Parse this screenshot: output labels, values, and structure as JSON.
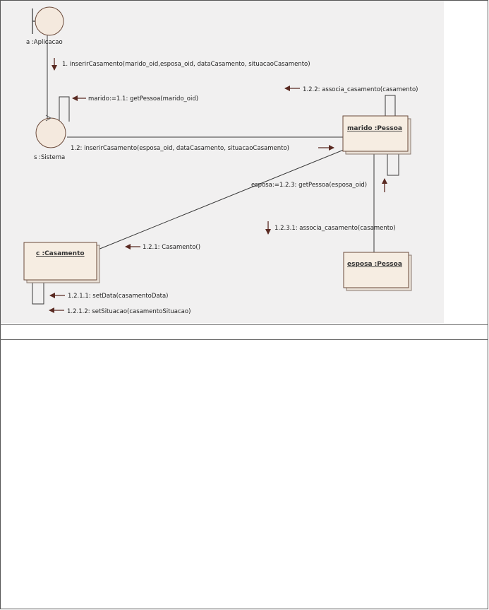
{
  "diagram": {
    "actors": {
      "aplicacao": "a :Aplicacao",
      "sistema": "s :Sistema"
    },
    "objects": {
      "marido": "marido :Pessoa",
      "esposa": "esposa :Pessoa",
      "casamento": "c :Casamento"
    },
    "messages": {
      "m1": "1. inserirCasamento(marido_oid,esposa_oid, dataCasamento, situacaoCasamento)",
      "m1_1": "marido:=1.1: getPessoa(marido_oid)",
      "m1_2": "1.2: inserirCasamento(esposa_oid, dataCasamento, situacaoCasamento)",
      "m1_2_2": "1.2.2: associa_casamento(casamento)",
      "m1_2_3": "esposa:=1.2.3: getPessoa(esposa_oid)",
      "m1_2_3_1": "1.2.3.1: associa_casamento(casamento)",
      "m1_2_1": "1.2.1: Casamento()",
      "m1_2_1_1": "1.2.1.1: setData(casamentoData)",
      "m1_2_1_2": "1.2.1.2: setSituacao(casamentoSituacao)"
    },
    "colors": {
      "object_fill": "#f6ede2",
      "object_border": "#6b4a3a",
      "actor_fill": "#f4e9de",
      "arrow": "#5a2a22",
      "line": "#3a3a3a",
      "background": "#f1f0f0"
    }
  }
}
